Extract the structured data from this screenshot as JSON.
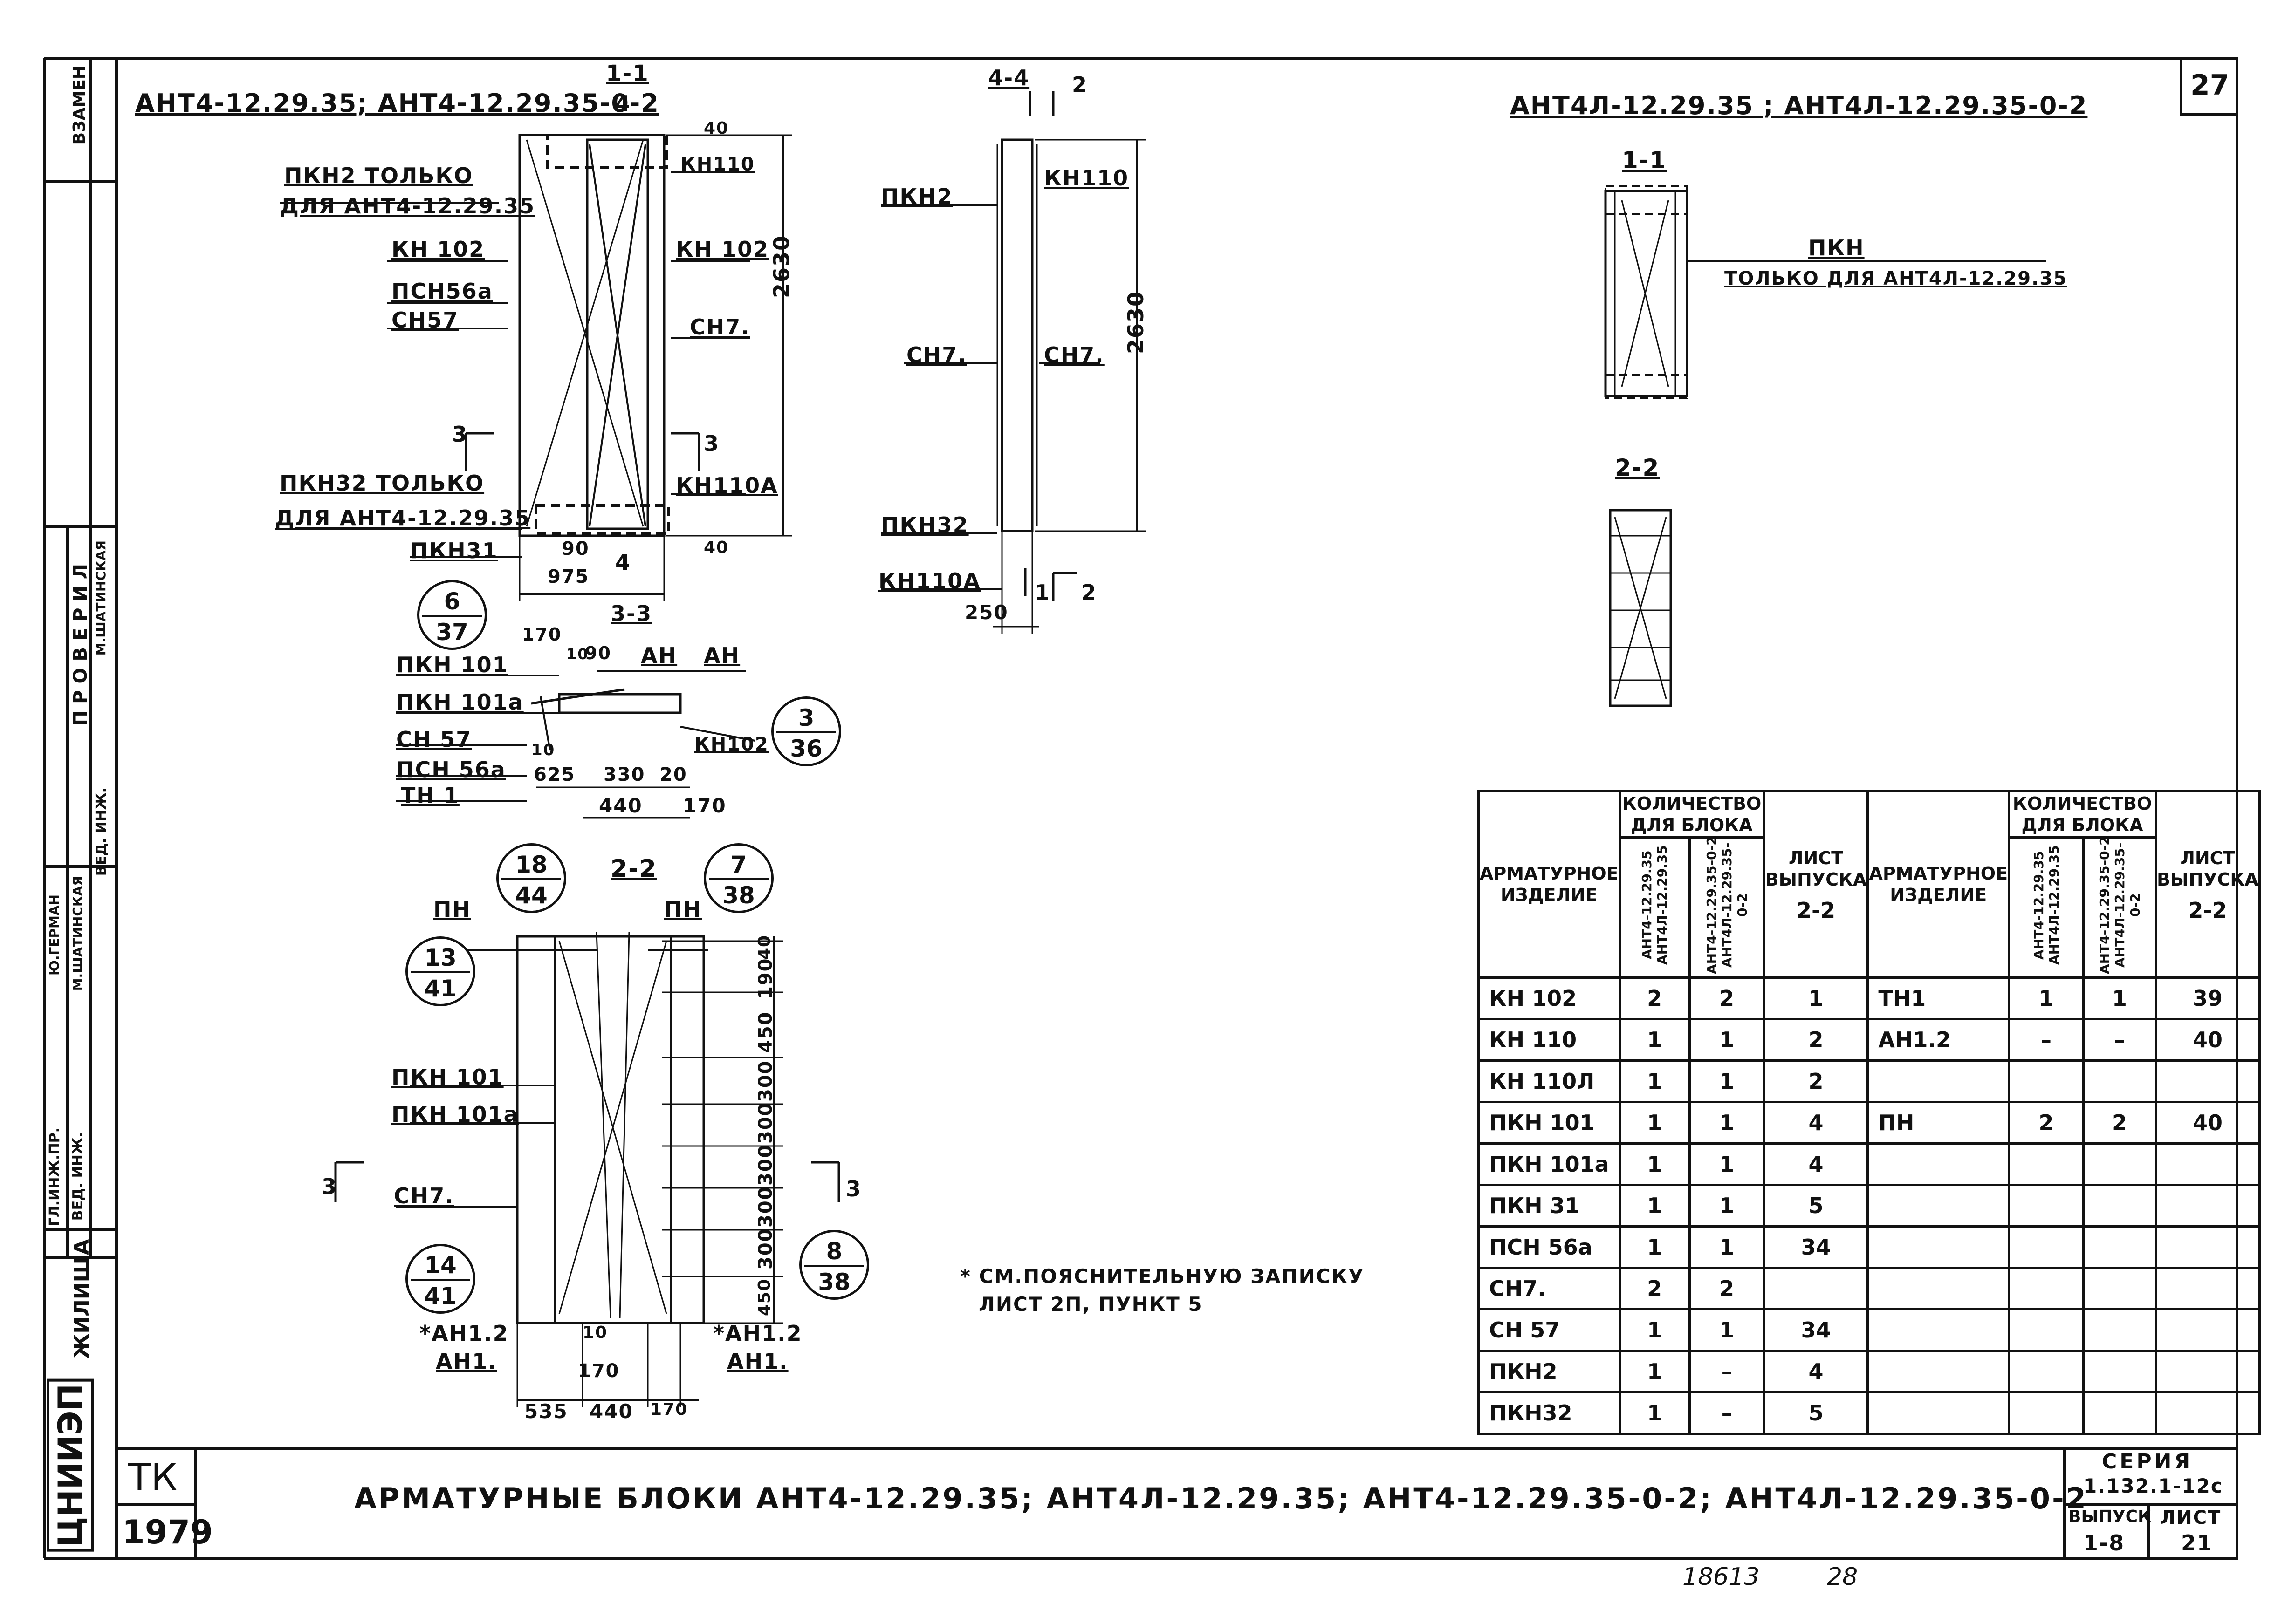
{
  "sheet_number": "27",
  "stamp": {
    "instead_of": "ВЗАМЕН",
    "check_title": "П Р О В Е Р И Л",
    "lead_engineer_label": "ВЕД. ИНЖ.",
    "checker_name": "М.ШАТИНСКАЯ",
    "chief_engineer_label": "ГЛ.ИНЖ.ПР.",
    "chief_engineer_name": "Ю.ГЕРМАН",
    "lead_engineer2_label": "ВЕД. ИНЖ.",
    "lead_engineer2_name": "М.ШАТИНСКАЯ",
    "org": "ЦНИИЭП",
    "dept": "ЖИЛИЩА"
  },
  "left_block": {
    "title": "АНТ4-12.29.35; АНТ4-12.29.35-0-2",
    "section_1_1": "1-1",
    "section_1_1_sub": "4",
    "labels": {
      "pkn2_only": "ПКН2 ТОЛЬКО",
      "pkn2_for": "ДЛЯ АНТ4-12.29.35",
      "kn102_left": "КН 102",
      "psn56a": "ПСН56а",
      "sn57": "СН57",
      "kn110": "КН110",
      "kn102_right": "КН 102",
      "sn7": "СН7.",
      "dim_2630": "2630",
      "dim_40_top": "40",
      "dim_40_bot": "40",
      "sec3_left": "3",
      "sec3_right": "3",
      "kn110a": "КН110А",
      "pkn32_only": "ПКН32 ТОЛЬКО",
      "pkn32_for": "ДЛЯ АНТ4-12.29.35",
      "pkn31": "ПКН31",
      "dim_90": "90",
      "dim_4": "4",
      "dim_975": "975"
    }
  },
  "section_4_4": {
    "title": "4-4",
    "mark_2": "2",
    "pkn2": "ПКН2",
    "kn110": "КН110",
    "sn7_left": "СН7.",
    "sn7_right": "СН7.",
    "dim_2630": "2630",
    "pkn32": "ПКН32",
    "kn110a": "КН110А",
    "dim_250": "250",
    "mark_1": "1",
    "mark_2b": "2"
  },
  "section_3_3": {
    "title": "3-3",
    "an_1": "АН",
    "an_2": "АН",
    "dim_170": "170",
    "dim_10": "10",
    "dim_90": "90",
    "pkn101": "ПКН 101",
    "pkn101a": "ПКН 101а",
    "sn57": "СН 57",
    "psn56a": "ПСН 56а",
    "tn1": "ТН 1",
    "dim_10b": "10",
    "dim_625": "625",
    "dim_330": "330",
    "dim_20": "20",
    "dim_440": "440",
    "dim_170b": "170",
    "kn102": "КН102",
    "callout_6_37": [
      "6",
      "37"
    ],
    "callout_3_36": [
      "3",
      "36"
    ]
  },
  "section_2_2_left": {
    "title": "2-2",
    "pn_left": "ПН",
    "pn_right": "ПН",
    "pkn101": "ПКН 101",
    "pkn101a": "ПКН 101а",
    "sec3_left": "3",
    "sec3_right": "3",
    "sn7": "СН7.",
    "an12_left": "*АН1.2",
    "an1_left": "АН1.",
    "an12_right": "*АН1.2",
    "an1_right": "АН1.",
    "dim_10": "10",
    "dim_170": "170",
    "dim_535": "535",
    "dim_440": "440",
    "dim_170b": "170",
    "vert_dims": [
      "40",
      "190",
      "450",
      "300",
      "300",
      "300",
      "300",
      "300",
      "450"
    ],
    "callout_18_44": [
      "18",
      "44"
    ],
    "callout_7_38": [
      "7",
      "38"
    ],
    "callout_13_41": [
      "13",
      "41"
    ],
    "callout_14_41": [
      "14",
      "41"
    ],
    "callout_8_38": [
      "8",
      "38"
    ]
  },
  "note": {
    "line1": "* СМ.ПОЯСНИТЕЛЬНУЮ ЗАПИСКУ",
    "line2": "ЛИСТ 2П, ПУНКТ 5"
  },
  "right_block": {
    "title": "АНТ4Л-12.29.35 ; АНТ4Л-12.29.35-0-2",
    "section_1_1": "1-1",
    "pkn": "ПКН",
    "pkn_only": "ТОЛЬКО ДЛЯ АНТ4Л-12.29.35",
    "section_2_2": "2-2"
  },
  "table": {
    "h_item": "АРМАТУРНОЕ ИЗДЕЛИЕ",
    "h_qty": "КОЛИЧЕСТВО ДЛЯ БЛОКА",
    "h_col1": "АНТ4-12.29.35 АНТ4Л-12.29.35",
    "h_col2": "АНТ4-12.29.35-0-2 АНТ4Л-12.29.35-0-2",
    "h_sheet": "ЛИСТ ВЫПУСКА",
    "h_sheet_val": "2-2",
    "rows_left": [
      [
        "КН 102",
        "2",
        "2",
        "1"
      ],
      [
        "КН 110",
        "1",
        "1",
        "2"
      ],
      [
        "КН 110Л",
        "1",
        "1",
        "2"
      ],
      [
        "ПКН 101",
        "1",
        "1",
        "4"
      ],
      [
        "ПКН 101а",
        "1",
        "1",
        "4"
      ],
      [
        "ПКН 31",
        "1",
        "1",
        "5"
      ],
      [
        "ПСН 56а",
        "1",
        "1",
        "34"
      ],
      [
        "СН7.",
        "2",
        "2",
        ""
      ],
      [
        "СН 57",
        "1",
        "1",
        "34"
      ],
      [
        "ПКН2",
        "1",
        "–",
        "4"
      ],
      [
        "ПКН32",
        "1",
        "–",
        "5"
      ]
    ],
    "rows_right": [
      [
        "ТН1",
        "1",
        "1",
        "39"
      ],
      [
        "АН1.2",
        "–",
        "–",
        "40"
      ],
      [
        "",
        "",
        "",
        ""
      ],
      [
        "ПН",
        "2",
        "2",
        "40"
      ],
      [
        "",
        "",
        "",
        ""
      ],
      [
        "",
        "",
        "",
        ""
      ],
      [
        "",
        "",
        "",
        ""
      ],
      [
        "",
        "",
        "",
        ""
      ],
      [
        "",
        "",
        "",
        ""
      ],
      [
        "",
        "",
        "",
        ""
      ],
      [
        "",
        "",
        "",
        ""
      ]
    ]
  },
  "title_block": {
    "code": "ТК",
    "year": "1979",
    "title": "АРМАТУРНЫЕ БЛОКИ АНТ4-12.29.35; АНТ4Л-12.29.35; АНТ4-12.29.35-0-2; АНТ4Л-12.29.35-0-2",
    "series_label": "СЕРИЯ",
    "series_value": "1.132.1-12с",
    "issue_label": "ВЫПУСК",
    "issue_value": "1-8",
    "sheet_label": "ЛИСТ",
    "sheet_value": "21"
  },
  "footer": {
    "inv": "18613",
    "page": "28"
  }
}
